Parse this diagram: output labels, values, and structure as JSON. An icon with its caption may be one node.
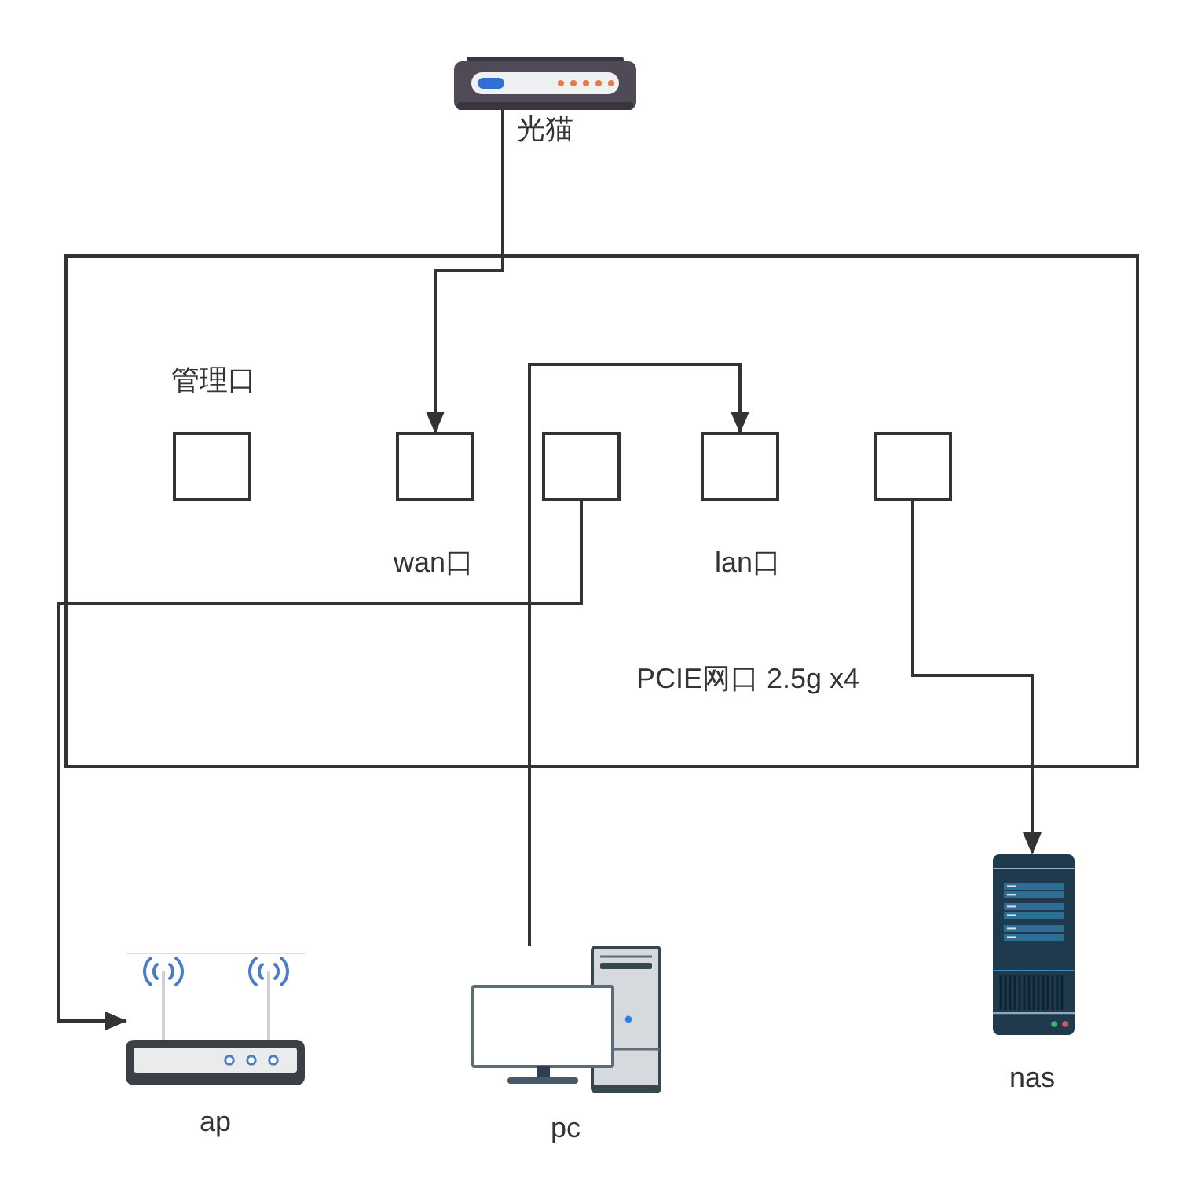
{
  "diagram": {
    "nodes": [
      {
        "text": [],
        "shape": "picture",
        "beside": [
          "光猫"
        ]
      },
      {
        "text": [
          "PCIE网口 2.5g x4"
        ]
      },
      {
        "text": [],
        "shape": "box",
        "in": 1,
        "beside": [
          "管理口"
        ]
      },
      {
        "text": [],
        "shape": "box",
        "in": 1,
        "beside": [
          "wan口"
        ]
      },
      {
        "text": [],
        "shape": "box",
        "in": 1
      },
      {
        "text": [],
        "shape": "box",
        "in": 1,
        "beside": [
          "lan口"
        ]
      },
      {
        "text": [],
        "shape": "box",
        "in": 1
      },
      {
        "text": [],
        "shape": "picture",
        "beside": [
          "ap"
        ]
      },
      {
        "text": [],
        "shape": "picture",
        "beside": [
          "pc"
        ]
      },
      {
        "text": [],
        "shape": "picture",
        "beside": [
          "nas"
        ]
      }
    ],
    "edges": [
      {
        "from": 0,
        "to": 3,
        "arrow": "to"
      },
      {
        "from": 8,
        "to": 5,
        "arrow": "to"
      },
      {
        "from": 4,
        "to": 7,
        "arrow": "to"
      },
      {
        "from": 6,
        "to": 9,
        "arrow": "to"
      }
    ]
  }
}
